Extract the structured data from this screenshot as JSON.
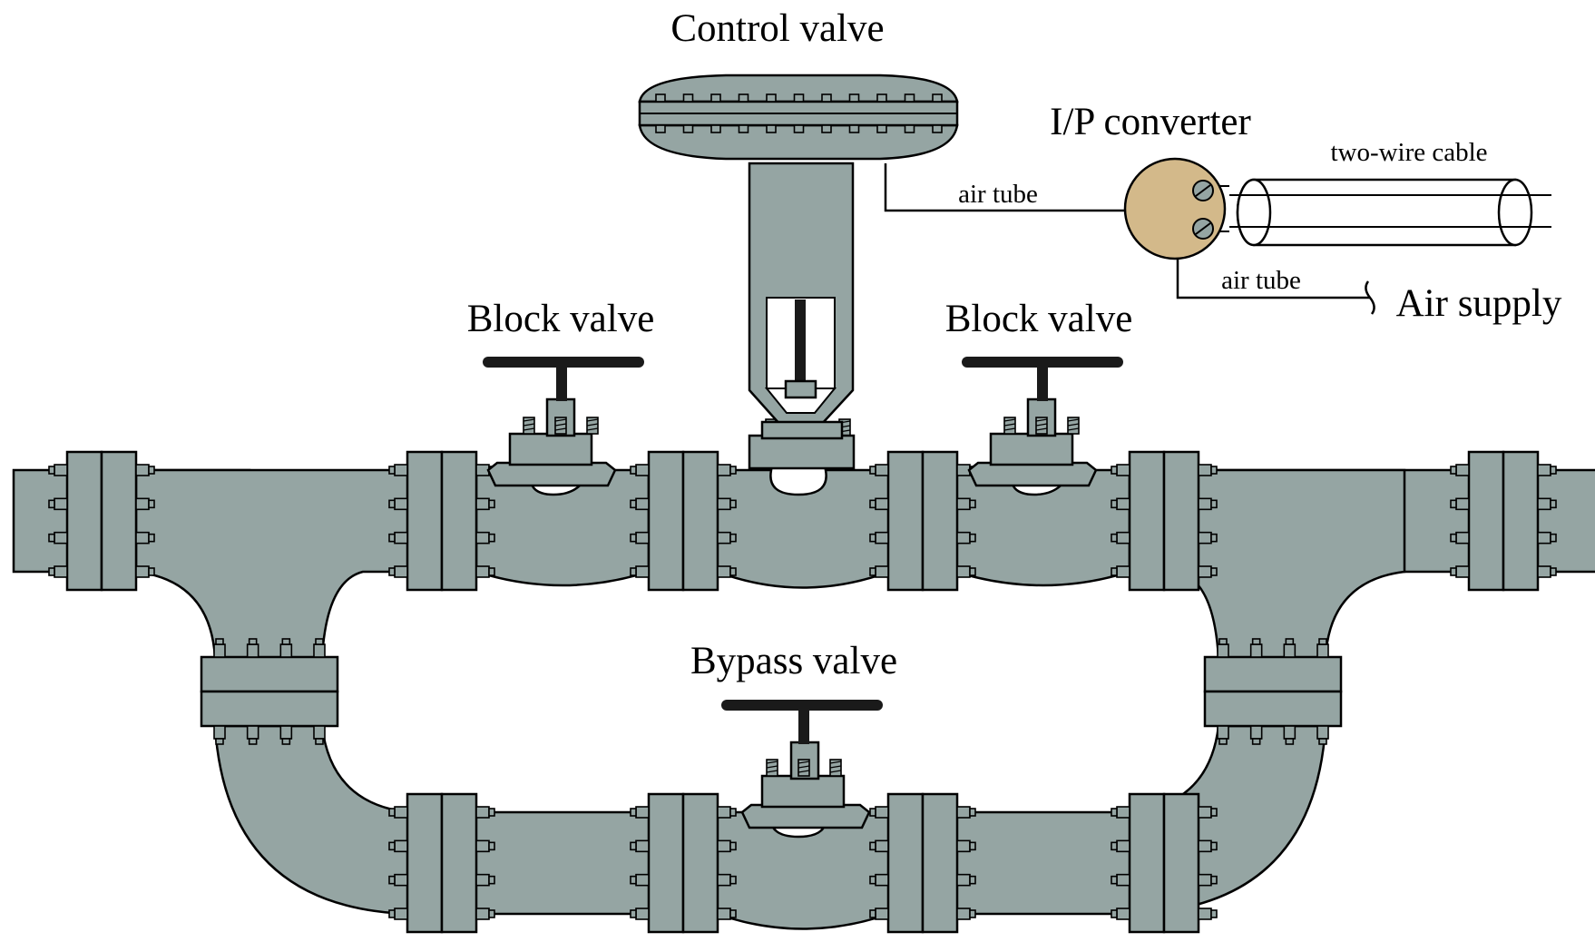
{
  "labels": {
    "control_valve": "Control valve",
    "ip_converter": "I/P converter",
    "two_wire_cable": "two-wire cable",
    "air_tube_top": "air tube",
    "air_tube_bottom": "air tube",
    "air_supply": "Air supply",
    "block_valve_left": "Block valve",
    "block_valve_right": "Block valve",
    "bypass_valve": "Bypass valve"
  },
  "colors": {
    "pipe": "#95a5a3",
    "outline": "#000000",
    "handwheel": "#1a1a1a",
    "converter_body": "#d3b98a",
    "background": "#ffffff"
  }
}
